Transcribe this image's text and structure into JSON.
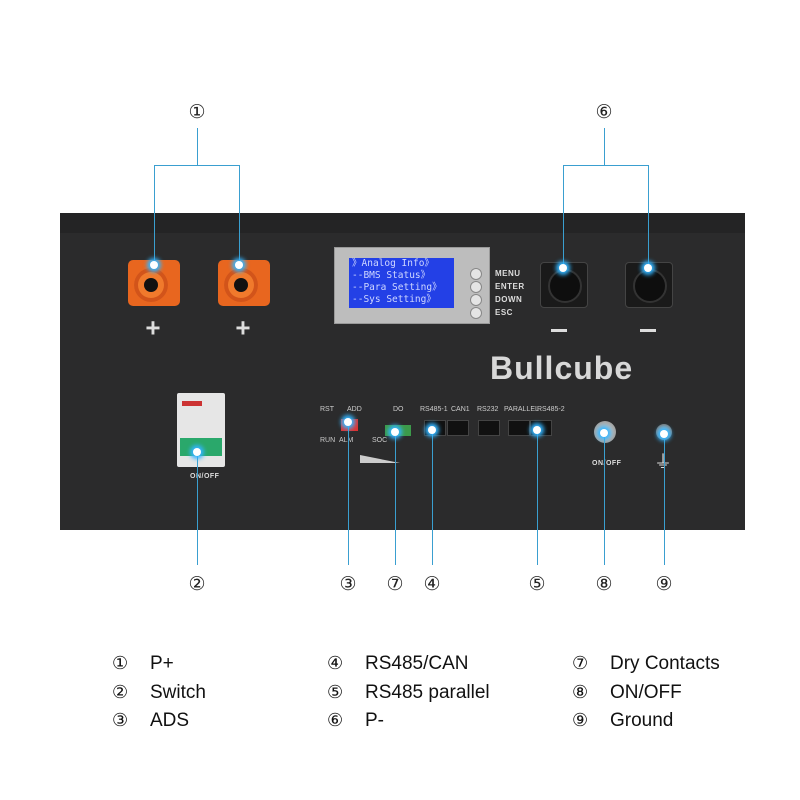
{
  "callouts": [
    "①",
    "②",
    "③",
    "④",
    "⑤",
    "⑥",
    "⑦",
    "⑧",
    "⑨"
  ],
  "panel": {
    "plus_sign": "+",
    "minus_sign": "−",
    "lcd_lines": [
      "》Analog Info》",
      "--BMS Status》",
      "--Para Setting》",
      "--Sys Setting》"
    ],
    "buttons": [
      "MENU",
      "ENTER",
      "DOWN",
      "ESC"
    ],
    "brand": "Bullcube",
    "breaker_label": "ON/OFF",
    "power_label": "ON/OFF",
    "port_labels": {
      "rst": "RST",
      "add": "ADD",
      "do": "DO",
      "run": "RUN",
      "alm": "ALM",
      "soc": "SOC",
      "rs485_1": "RS485-1",
      "can1": "CAN1",
      "rs232": "RS232",
      "parallel": "PARALLEL",
      "rs485_2": "RS485-2"
    },
    "ground_symbol": "⏚"
  },
  "legend": [
    {
      "num": "①",
      "label": "P+"
    },
    {
      "num": "②",
      "label": "Switch"
    },
    {
      "num": "③",
      "label": "ADS"
    },
    {
      "num": "④",
      "label": "RS485/CAN"
    },
    {
      "num": "⑤",
      "label": "RS485 parallel"
    },
    {
      "num": "⑥",
      "label": "P-"
    },
    {
      "num": "⑦",
      "label": "Dry Contacts"
    },
    {
      "num": "⑧",
      "label": "ON/OFF"
    },
    {
      "num": "⑨",
      "label": "Ground"
    }
  ],
  "colors": {
    "panel": "#2b2b2c",
    "line": "#3a9fd0",
    "connector": "#e8661f",
    "lcd": "#2340e6",
    "breaker_handle": "#2aa86b"
  }
}
